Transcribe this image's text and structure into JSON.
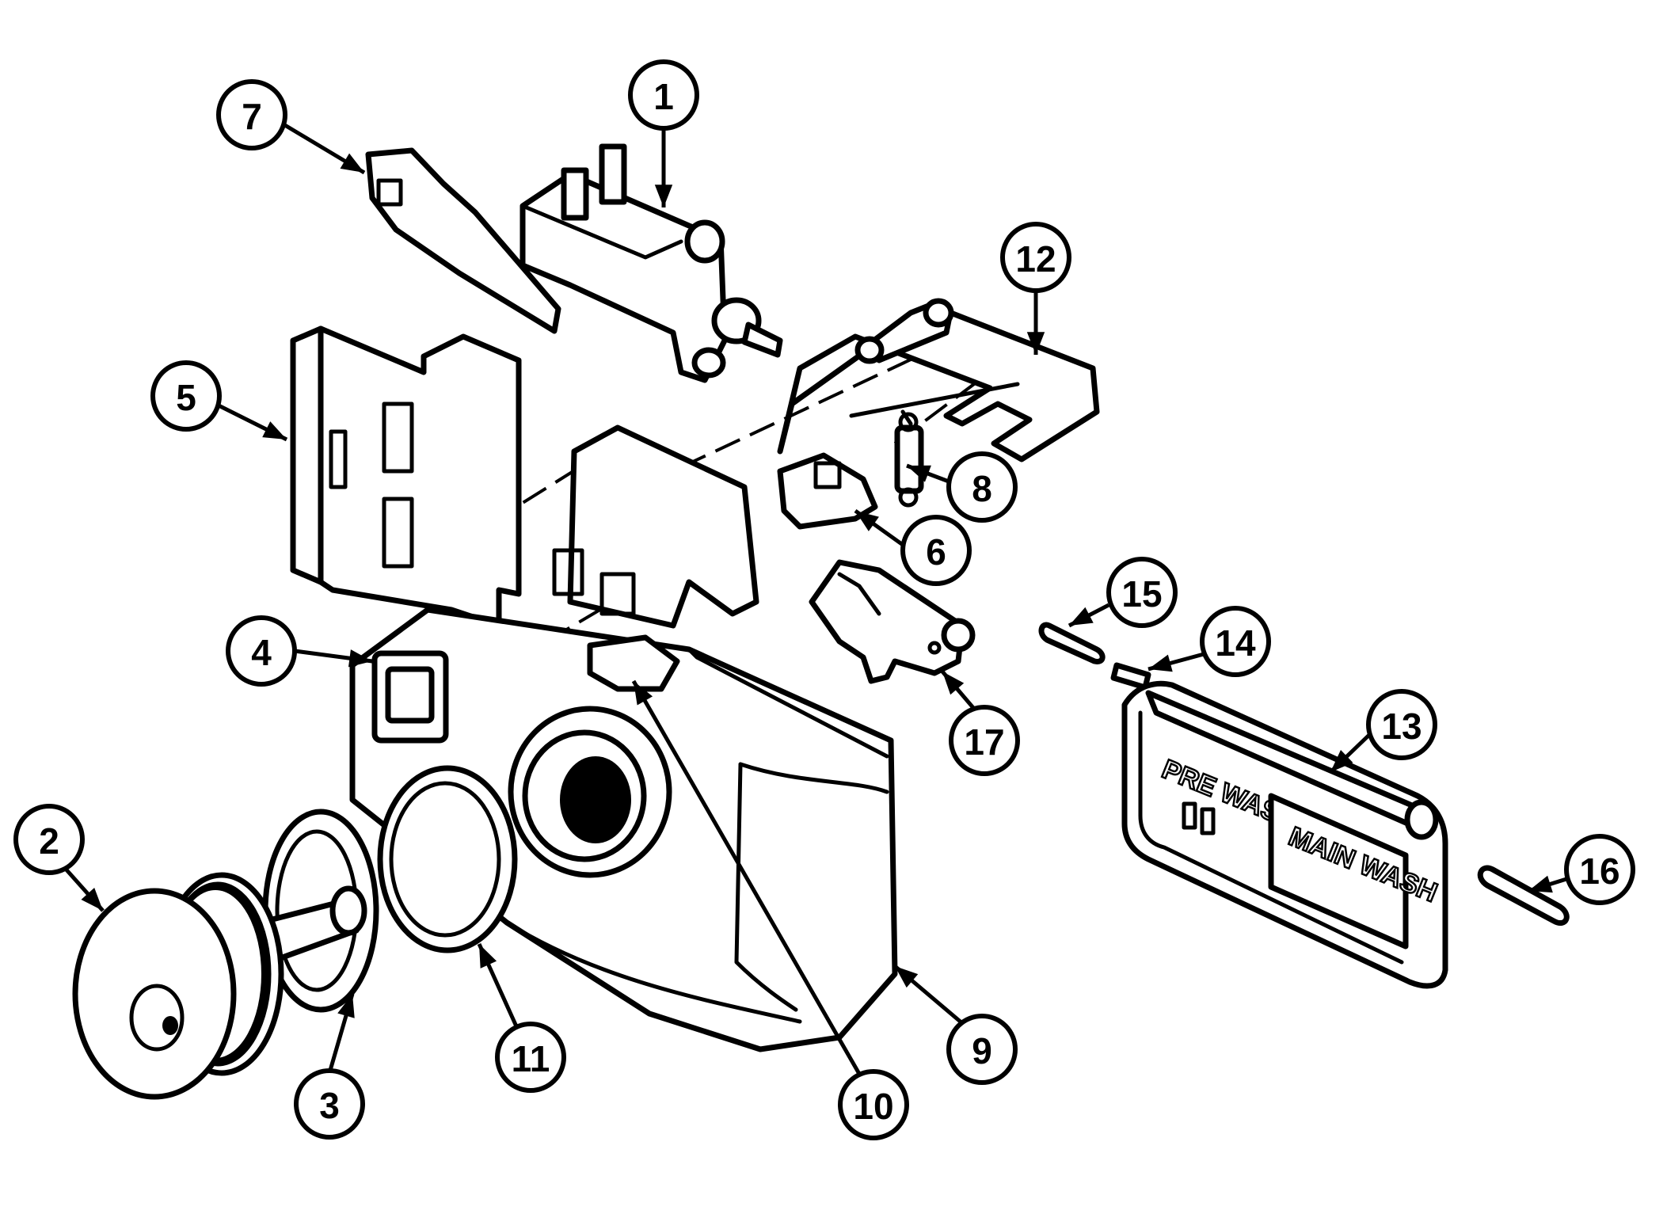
{
  "diagram": {
    "callouts": [
      {
        "label": "1"
      },
      {
        "label": "2"
      },
      {
        "label": "3"
      },
      {
        "label": "4"
      },
      {
        "label": "5"
      },
      {
        "label": "6"
      },
      {
        "label": "7"
      },
      {
        "label": "8"
      },
      {
        "label": "9"
      },
      {
        "label": "10"
      },
      {
        "label": "11"
      },
      {
        "label": "12"
      },
      {
        "label": "13"
      },
      {
        "label": "14"
      },
      {
        "label": "15"
      },
      {
        "label": "16"
      },
      {
        "label": "17"
      }
    ],
    "cover_texts": {
      "prewash": "PRE WASH",
      "mainwash": "MAIN WASH"
    }
  }
}
